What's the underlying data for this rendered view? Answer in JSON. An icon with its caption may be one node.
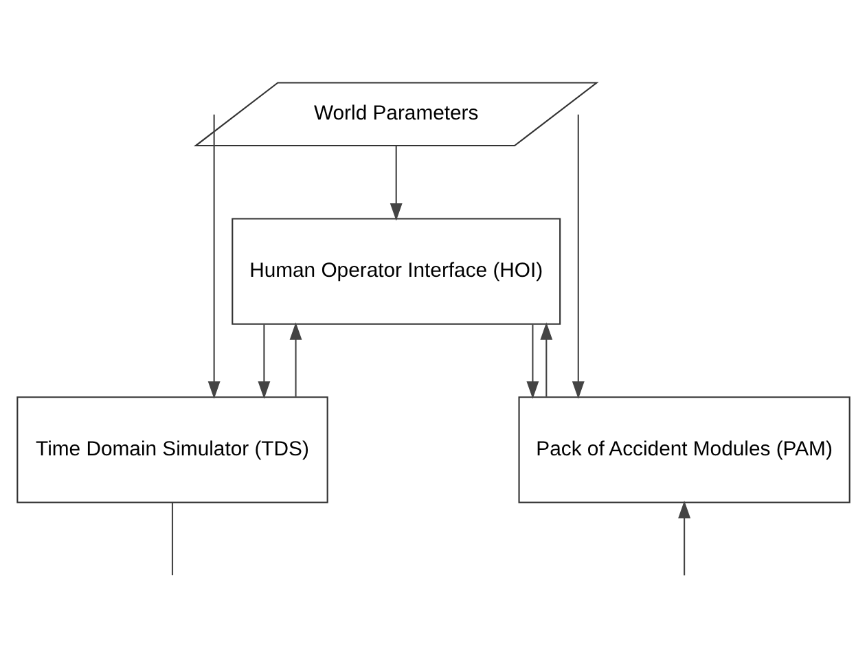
{
  "diagram": {
    "nodes": [
      {
        "text": [
          "World Parameters"
        ]
      },
      {
        "text": [
          "Human Operator Interface (HOI)"
        ]
      },
      {
        "text": [
          "Time Domain Simulator (TDS)"
        ]
      },
      {
        "text": [
          "Pack of Accident Modules (PAM)"
        ]
      }
    ],
    "edges": [
      {
        "from": 0,
        "to": 1,
        "arrow": "to"
      },
      {
        "from": 0,
        "to": 2,
        "arrow": "to"
      },
      {
        "from": 0,
        "to": 3,
        "arrow": "to"
      },
      {
        "from": 1,
        "to": 2,
        "arrow": "to"
      },
      {
        "from": 1,
        "to": 3,
        "arrow": "to"
      },
      {
        "from": 2,
        "to": 1,
        "arrow": "to"
      },
      {
        "from": 3,
        "to": 1,
        "arrow": "to"
      },
      {
        "from": 2,
        "to": null,
        "arrow": "none"
      },
      {
        "from": null,
        "to": 3,
        "arrow": "to"
      }
    ]
  }
}
